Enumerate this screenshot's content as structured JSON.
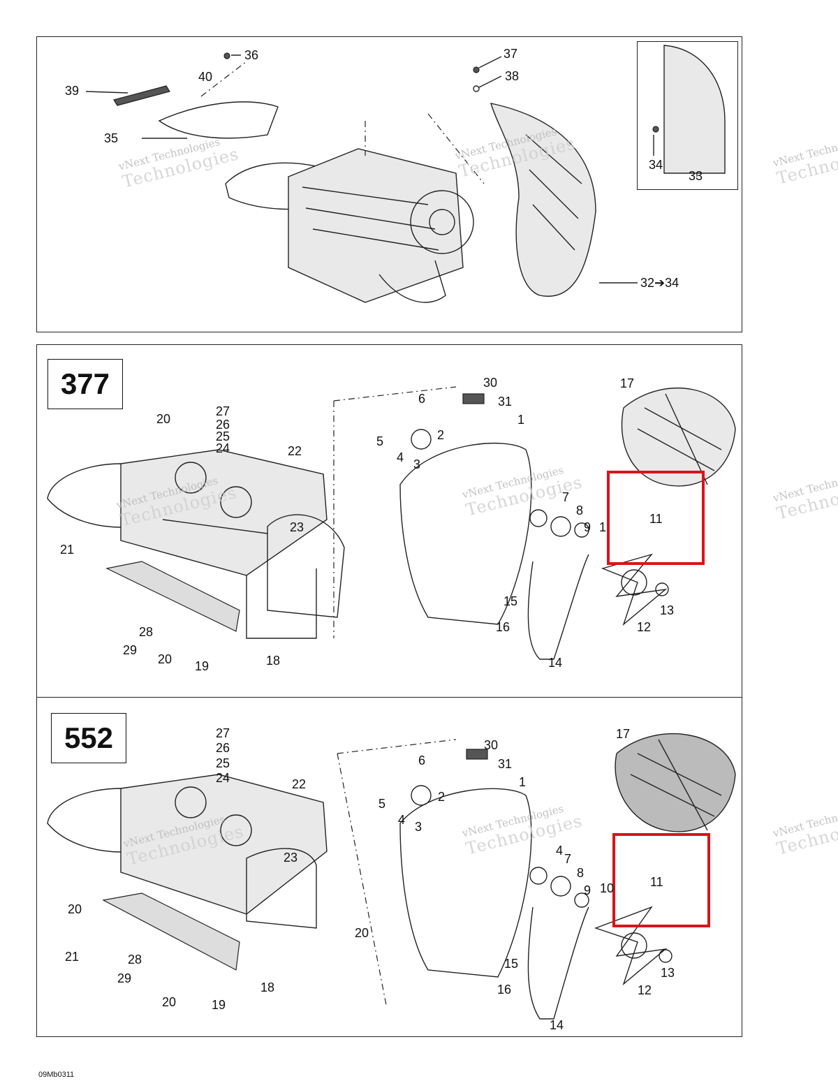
{
  "footer_code": "09Mb0311",
  "watermark": {
    "line1": "vNext Technologies",
    "line2": "Technologies"
  },
  "panels": {
    "top": {
      "callouts": [
        "36",
        "37",
        "38",
        "39",
        "40",
        "35",
        "34",
        "33",
        "32➔34"
      ]
    },
    "mid": {
      "model": "377",
      "callouts": [
        "17",
        "30",
        "6",
        "31",
        "27",
        "20",
        "26",
        "25",
        "24",
        "22",
        "1",
        "5",
        "2",
        "4",
        "3",
        "23",
        "7",
        "8",
        "9",
        "1",
        "11",
        "21",
        "15",
        "13",
        "16",
        "12",
        "29",
        "28",
        "20",
        "18",
        "19",
        "14"
      ]
    },
    "bot": {
      "model": "552",
      "callouts": [
        "17",
        "27",
        "30",
        "26",
        "6",
        "25",
        "31",
        "24",
        "22",
        "1",
        "2",
        "5",
        "4",
        "3",
        "23",
        "4",
        "7",
        "8",
        "9",
        "10",
        "11",
        "20",
        "20",
        "15",
        "13",
        "21",
        "16",
        "12",
        "28",
        "29",
        "18",
        "20",
        "19",
        "14"
      ]
    }
  },
  "highlight_color": "#d9141b"
}
